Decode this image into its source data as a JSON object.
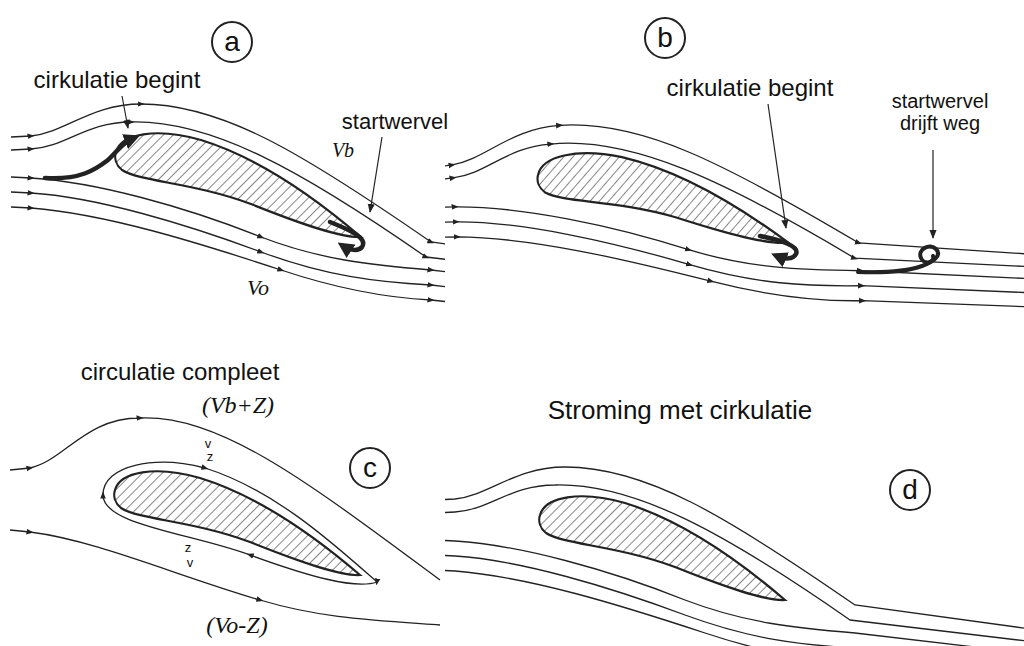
{
  "diagram": {
    "nodes": [
      {
        "text": [
          "a"
        ]
      },
      {
        "text": [
          "b"
        ]
      },
      {
        "text": [
          "c"
        ]
      },
      {
        "text": [
          "d"
        ]
      }
    ],
    "labels": [
      "cirkulatie begint",
      "startwervel",
      "Vb",
      "Vo",
      "cirkulatie begint",
      "startwervel drijft weg",
      "circulatie compleet",
      "(Vb+Z)",
      "v",
      "z",
      "z",
      "v",
      "(Vo-Z)",
      "Stroming met cirkulatie"
    ]
  }
}
